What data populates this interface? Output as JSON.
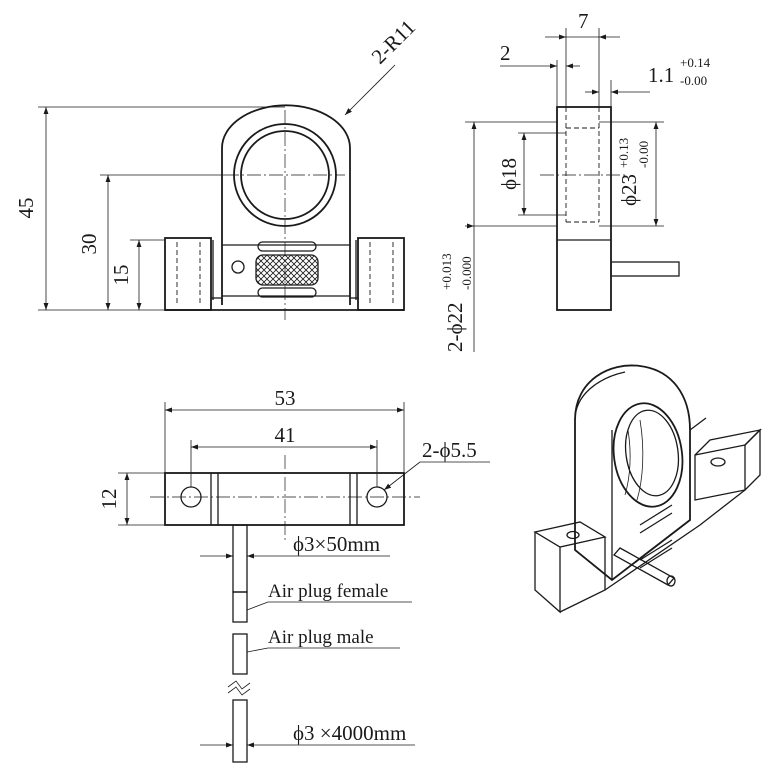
{
  "front_view": {
    "radius_note": "2-R11",
    "height_total": "45",
    "height_center": "30",
    "height_base": "15",
    "hole_note": "2-ϕ22",
    "hole_tol_upper": "+0.013",
    "hole_tol_lower": "-0.000"
  },
  "side_view": {
    "width": "7",
    "offset": "2",
    "gap": "1.1",
    "gap_tol_upper": "+0.14",
    "gap_tol_lower": "-0.00",
    "inner_dia": "ϕ18",
    "outer_dia": "ϕ23",
    "outer_tol_upper": "+0.13",
    "outer_tol_lower": "-0.00"
  },
  "top_view": {
    "length": "53",
    "hole_spacing": "41",
    "depth": "12",
    "mount_holes": "2-ϕ5.5",
    "cable_short": "ϕ3×50mm",
    "plug_female": "Air plug female",
    "plug_male": "Air plug male",
    "cable_long": "ϕ3 ×4000mm"
  }
}
